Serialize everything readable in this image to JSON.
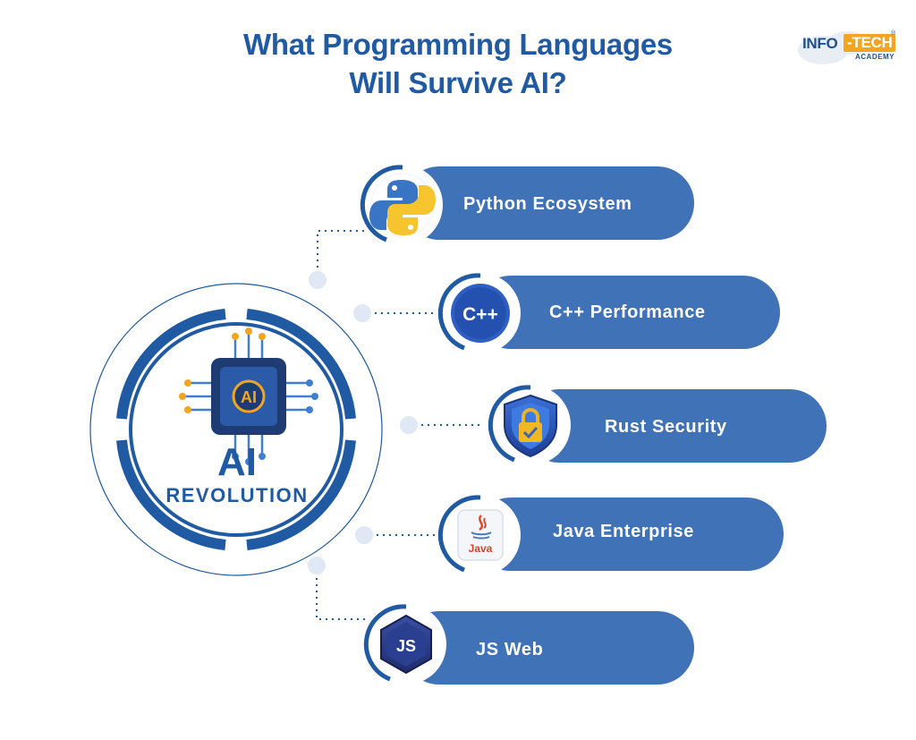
{
  "title": {
    "line1": "What Programming Languages",
    "line2": "Will Survive AI?"
  },
  "logo": {
    "word1": "INFO",
    "word2": "-TECH",
    "sub": "ACADEMY",
    "reg": "®"
  },
  "center": {
    "chip_text": "AI",
    "line1": "AI",
    "line2": "REVOLUTION"
  },
  "items": [
    {
      "label": "Python Ecosystem",
      "icon": "python-logo-icon"
    },
    {
      "label": "C++ Performance",
      "icon": "cpp-logo-icon",
      "icon_text": "C++"
    },
    {
      "label": "Rust Security",
      "icon": "shield-lock-icon"
    },
    {
      "label": "Java Enterprise",
      "icon": "java-logo-icon",
      "icon_text": "Java"
    },
    {
      "label": "JS Web",
      "icon": "js-logo-icon",
      "icon_text": "JS"
    }
  ],
  "colors": {
    "primary": "#1f5aa3",
    "pill": "#3f72b6",
    "accent": "#f2a51f"
  }
}
